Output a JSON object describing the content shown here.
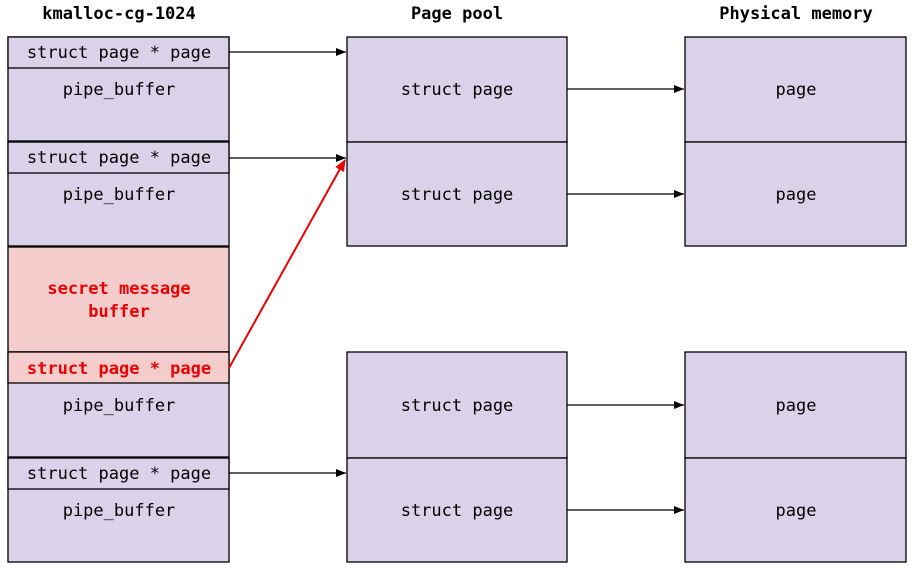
{
  "headers": {
    "slab": "kmalloc-cg-1024",
    "pool": "Page pool",
    "phys": "Physical memory"
  },
  "slab": {
    "ptr_label": "struct page * page",
    "pipe_label": "pipe_buffer",
    "secret_line1": "secret message",
    "secret_line2": "buffer",
    "corrupted_ptr_label": "struct page * page"
  },
  "pool": {
    "struct_page_label": "struct page"
  },
  "phys": {
    "page_label": "page"
  },
  "colors": {
    "box_fill": "#dad2e9",
    "secret_fill": "#f4cccc",
    "highlight": "#e60000",
    "stroke": "#000000"
  }
}
